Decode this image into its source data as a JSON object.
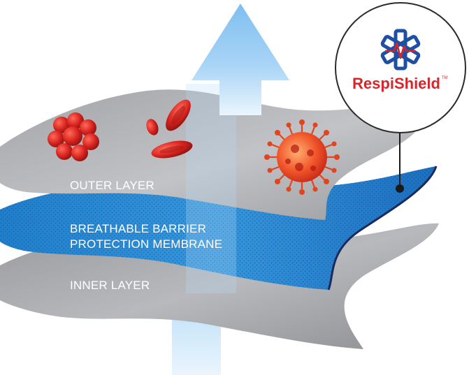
{
  "diagram": {
    "layers": [
      {
        "id": "outer",
        "label_lines": [
          "OUTER LAYER"
        ]
      },
      {
        "id": "membrane",
        "label_lines": [
          "BREATHABLE BARRIER",
          "PROTECTION MEMBRANE"
        ]
      },
      {
        "id": "inner",
        "label_lines": [
          "INNER LAYER"
        ]
      }
    ],
    "pathogens": [
      "bacteria-cluster-icon",
      "red-blood-cells-icon",
      "virus-icon"
    ],
    "airflow": {
      "direction": "up",
      "icon": "airflow-arrow-icon"
    },
    "colors": {
      "arrow": "#8cc4ec",
      "membrane": "#2f8fd6",
      "membrane_edge": "#1a2a5c",
      "layer_gray": "#a9aaad",
      "pathogen_red": "#d8231f",
      "label_text": "#ffffff"
    }
  },
  "badge": {
    "brand_prefix": "Respi",
    "brand_suffix": "Shield",
    "trademark": "TM",
    "logo_icon": "medical-star-icon",
    "brand_color": "#d6262b",
    "logo_color": "#1f4fa3"
  }
}
